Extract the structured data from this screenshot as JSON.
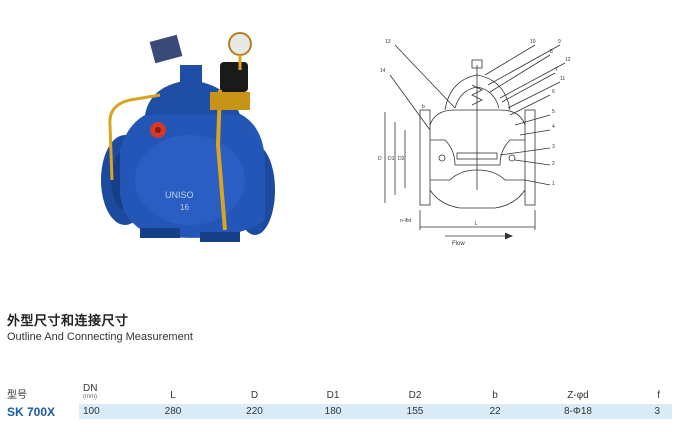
{
  "heading": {
    "title_cn": "外型尺寸和连接尺寸",
    "title_en": "Outline And Connecting Measurement"
  },
  "photo": {
    "body_text_line1": "UNISO",
    "body_text_line2": "16"
  },
  "drawing": {
    "callouts": [
      "13",
      "10",
      "9",
      "8",
      "12",
      "14",
      "7",
      "11",
      "6",
      "5",
      "4",
      "3",
      "2",
      "1"
    ],
    "dim_d": "D",
    "dim_d1": "D1",
    "dim_d2": "D2",
    "dim_b": "b",
    "dim_nd": "n-Φd",
    "dim_l": "L",
    "flow_label": "Flow"
  },
  "table": {
    "headers": {
      "model": "型号",
      "dn": "DN",
      "dn_unit": "(mm)",
      "l": "L",
      "d": "D",
      "d1": "D1",
      "d2": "D2",
      "b": "b",
      "z": "Z-φd",
      "f": "f"
    },
    "rows": [
      {
        "model": "SK 700X",
        "dn": "100",
        "l": "280",
        "d": "220",
        "d1": "180",
        "d2": "155",
        "b": "22",
        "z": "8-Φ18",
        "f": "3"
      }
    ]
  },
  "colors": {
    "valve_blue": "#1f4fa8",
    "brass": "#d9a520",
    "model_blue": "#1a5aa0",
    "row_bg": "#d9ecf8"
  }
}
